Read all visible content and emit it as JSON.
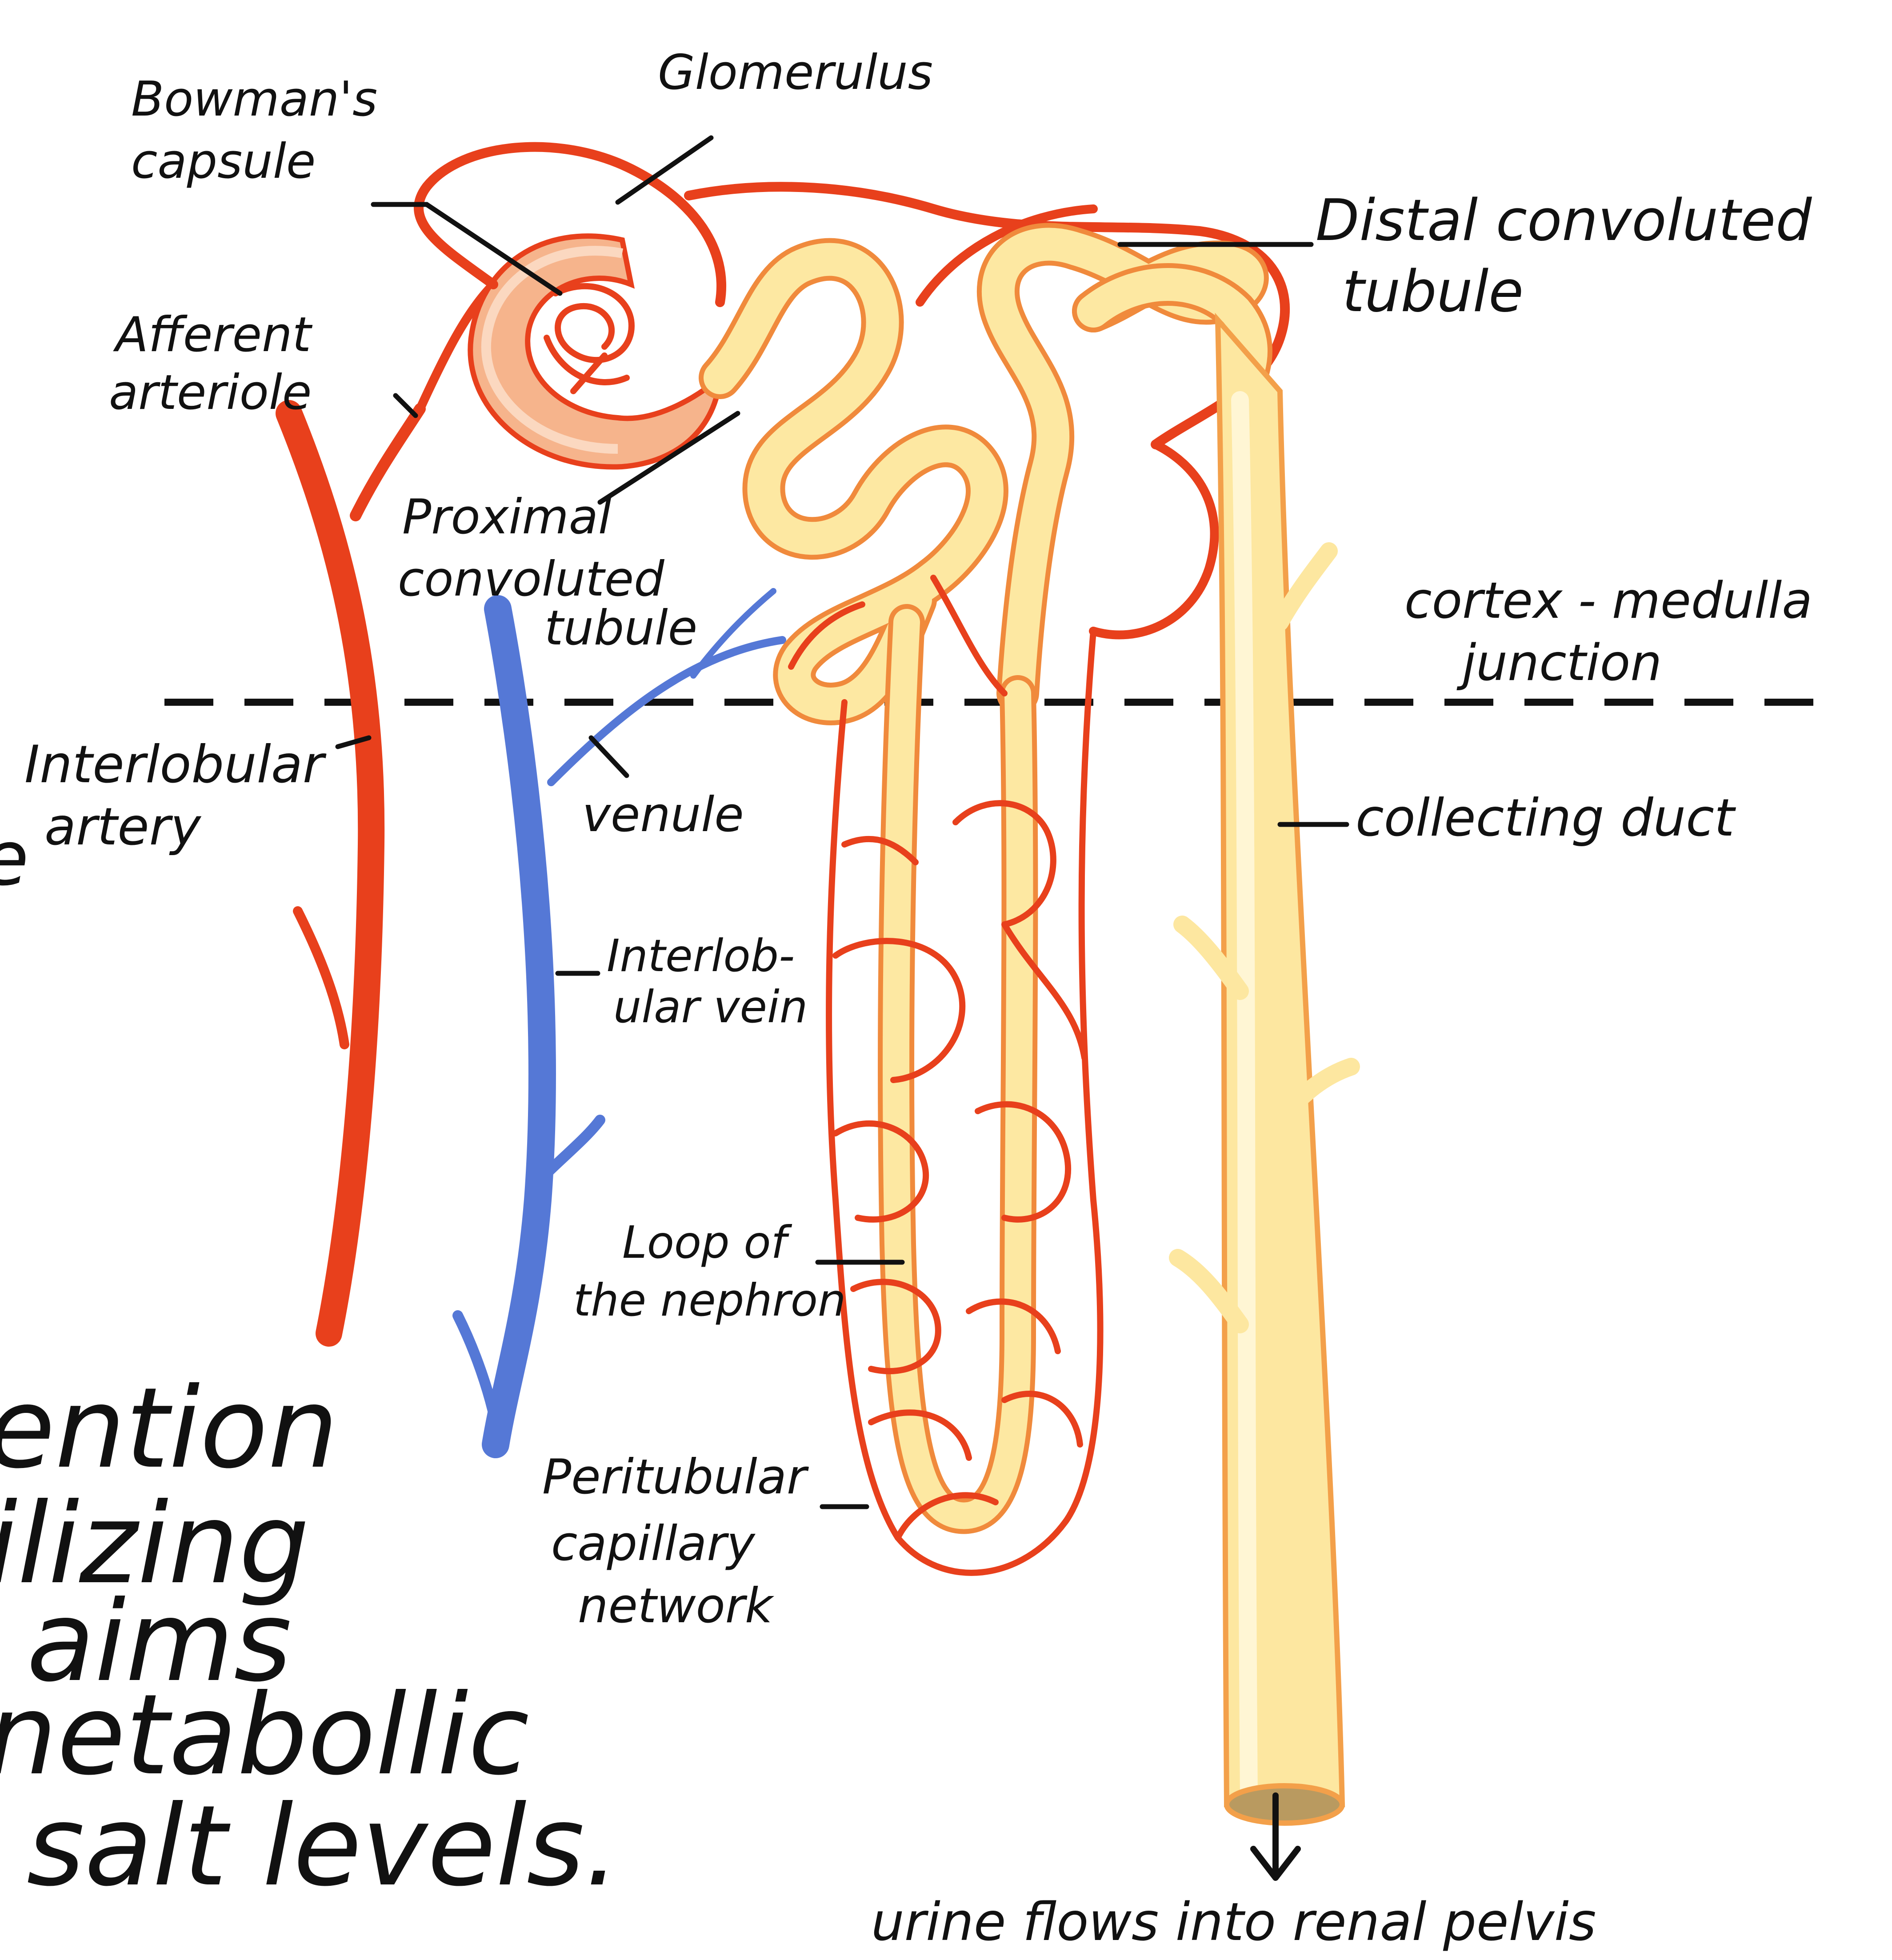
{
  "labels": {
    "bowmans_capsule": [
      "Bowman's",
      "capsule"
    ],
    "glomerulus": "Glomerulus",
    "distal_convoluted_tubule": [
      "Distal convoluted",
      "tubule"
    ],
    "afferent_arteriole": [
      "Afferent",
      "arteriole"
    ],
    "proximal_convoluted_tubule": [
      "Proximal",
      "convoluted",
      "tubule"
    ],
    "cortex_medulla_junction": [
      "cortex - medulla",
      "junction"
    ],
    "interlobular_artery": [
      "Interlobular",
      "artery"
    ],
    "venule": "venule",
    "collecting_duct": "collecting duct",
    "interlobular_vein": [
      "Interlob-",
      "ular vein"
    ],
    "loop_of_the_nephron": [
      "Loop of",
      "the nephron"
    ],
    "peritubular_capillary_network": [
      "Peritubular",
      "capillary",
      "network"
    ],
    "urine_flow": "urine flows  into renal pelvis"
  },
  "notes_text": {
    "cut_line_left": "e",
    "line_1": "ention",
    "line_2": "ilizing",
    "line_3": "aims",
    "line_4": "netabollic",
    "line_5": "salt  levels."
  },
  "colors": {
    "artery": "#e8401c",
    "vein": "#5578d6",
    "tubule": "#fde8a2",
    "tubule_edge": "#f08a3c",
    "ink": "#111111"
  }
}
